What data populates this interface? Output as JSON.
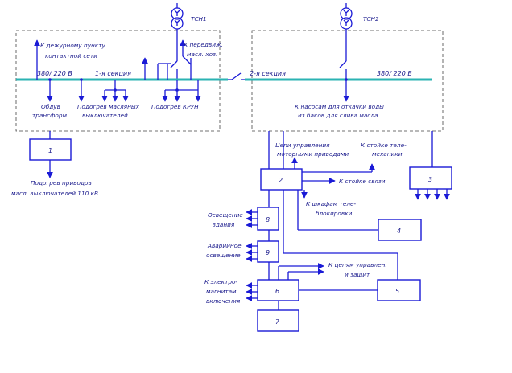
{
  "transformers": {
    "tsn1": "ТСН1",
    "tsn2": "ТСН2"
  },
  "section1": {
    "bus_label": "1-я секция",
    "voltage": "380/ 220 В",
    "top_left_line1": "К дежурному пункту",
    "top_left_line2": "контактной сети",
    "top_right_line1": "К передвиж.",
    "top_right_line2": "масл. хоз.",
    "bottom1_line1": "Обдув",
    "bottom1_line2": "трансформ.",
    "bottom2_line1": "Подогрев масляных",
    "bottom2_line2": "выключателей",
    "bottom3": "Подогрев КРУН"
  },
  "section2": {
    "bus_label": "2-я секция",
    "voltage": "380/ 220 В",
    "pumps_line1": "К насосам для откачки воды",
    "pumps_line2": "из баков для слива масла"
  },
  "blocks": {
    "b1": "1",
    "b2": "2",
    "b3": "3",
    "b4": "4",
    "b5": "5",
    "b6": "6",
    "b7": "7",
    "b8": "8",
    "b9": "9"
  },
  "labels": {
    "heating_line1": "Подогрев приводов",
    "heating_line2": "масл. выключателей 110 кВ",
    "motor_line1": "Цепи управления",
    "motor_line2": "моторными приводами",
    "telemech_line1": "К стойке теле-",
    "telemech_line2": "механики",
    "comm_rack": "К стойке связи",
    "telebl_line1": "К шкафам теле-",
    "telebl_line2": "блокировки",
    "lighting_line1": "Освещение",
    "lighting_line2": "здания",
    "emergency_line1": "Аварийное",
    "emergency_line2": "освещение",
    "control_line1": "К цепям управлен.",
    "control_line2": "и защит",
    "electromag_line1": "К электро-",
    "electromag_line2": "магнитам",
    "electromag_line3": "включения"
  }
}
